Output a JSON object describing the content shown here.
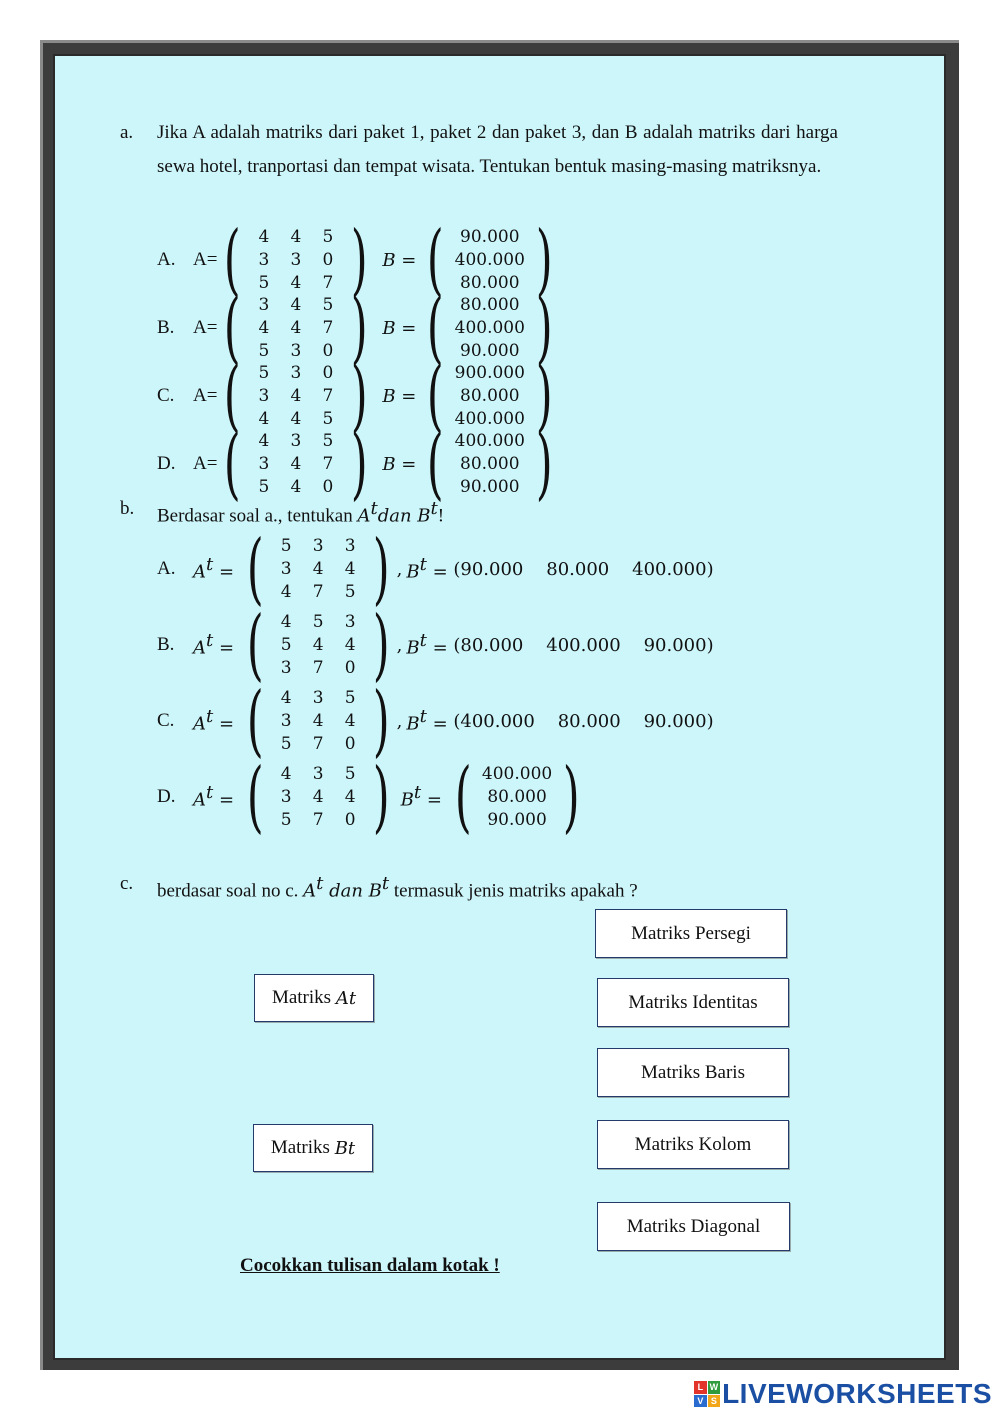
{
  "question_a": {
    "letter": "a.",
    "text": "Jika A adalah matriks dari paket 1, paket 2 dan paket 3, dan B adalah matriks dari harga sewa hotel, tranportasi dan tempat wisata. Tentukan bentuk masing-masing matriksnya.",
    "options": [
      {
        "label": "A.",
        "a_prefix": "A=",
        "a_rows": [
          [
            "4",
            "4",
            "5"
          ],
          [
            "3",
            "3",
            "0"
          ],
          [
            "5",
            "4",
            "7"
          ]
        ],
        "b_prefix": "B =",
        "b_rows": [
          "90.000",
          "400.000",
          "80.000"
        ]
      },
      {
        "label": "B.",
        "a_prefix": "A=",
        "a_rows": [
          [
            "3",
            "4",
            "5"
          ],
          [
            "4",
            "4",
            "7"
          ],
          [
            "5",
            "3",
            "0"
          ]
        ],
        "b_prefix": "B =",
        "b_rows": [
          "80.000",
          "400.000",
          "90.000"
        ]
      },
      {
        "label": "C.",
        "a_prefix": "A=",
        "a_rows": [
          [
            "5",
            "3",
            "0"
          ],
          [
            "3",
            "4",
            "7"
          ],
          [
            "4",
            "4",
            "5"
          ]
        ],
        "b_prefix": "B =",
        "b_rows": [
          "900.000",
          "80.000",
          "400.000"
        ]
      },
      {
        "label": "D.",
        "a_prefix": "A=",
        "a_rows": [
          [
            "4",
            "3",
            "5"
          ],
          [
            "3",
            "4",
            "7"
          ],
          [
            "5",
            "4",
            "0"
          ]
        ],
        "b_prefix": "B =",
        "b_rows": [
          "400.000",
          "80.000",
          "90.000"
        ]
      }
    ]
  },
  "question_b": {
    "letter": "b.",
    "text_prefix": "Berdasar soal a., tentukan ",
    "text_math": "A",
    "text_math2": "dan B",
    "text_suffix": "!",
    "sup": "t",
    "options": [
      {
        "label": "A.",
        "a_rows": [
          [
            "5",
            "3",
            "3"
          ],
          [
            "3",
            "4",
            "4"
          ],
          [
            "4",
            "7",
            "5"
          ]
        ],
        "sep": ",",
        "b_row": "(90.000    80.000    400.000)"
      },
      {
        "label": "B.",
        "a_rows": [
          [
            "4",
            "5",
            "3"
          ],
          [
            "5",
            "4",
            "4"
          ],
          [
            "3",
            "7",
            "0"
          ]
        ],
        "sep": ",",
        "b_row": "(80.000    400.000    90.000)"
      },
      {
        "label": "C.",
        "a_rows": [
          [
            "4",
            "3",
            "5"
          ],
          [
            "3",
            "4",
            "4"
          ],
          [
            "5",
            "7",
            "0"
          ]
        ],
        "sep": ",",
        "b_row": "(400.000    80.000    90.000)"
      },
      {
        "label": "D.",
        "a_rows": [
          [
            "4",
            "3",
            "5"
          ],
          [
            "3",
            "4",
            "4"
          ],
          [
            "5",
            "7",
            "0"
          ]
        ],
        "sep": "",
        "b_col": [
          "400.000",
          "80.000",
          "90.000"
        ]
      }
    ]
  },
  "question_c": {
    "letter": "c.",
    "text_prefix": "berdasar soal no c. ",
    "math_a": "A",
    "math_mid": " dan B",
    "text_suffix": " termasuk jenis matriks apakah ?",
    "sup": "t"
  },
  "match_left": [
    {
      "prefix": "Matriks ",
      "math": "A",
      "sup": "t"
    },
    {
      "prefix": "Matriks ",
      "math": "B",
      "sup": "t"
    }
  ],
  "match_right": [
    "Matriks Persegi",
    "Matriks Identitas",
    "Matriks Baris",
    "Matriks Kolom",
    "Matriks Diagonal"
  ],
  "instruction": "Cocokkan tulisan dalam kotak !",
  "brand": {
    "name": "LIVEWORKSHEETS",
    "logo_letters": [
      "L",
      "W",
      "V",
      "S"
    ],
    "color": "#1a4fa3"
  }
}
